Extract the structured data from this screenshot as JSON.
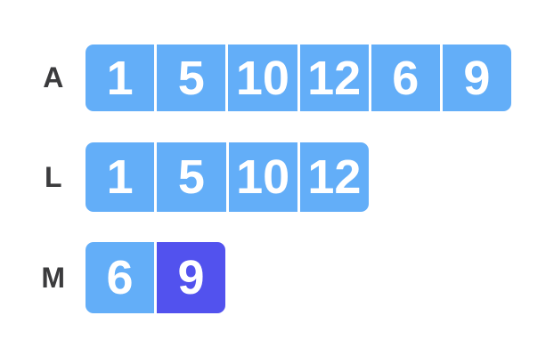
{
  "colors": {
    "cell_blue": "#63aef8",
    "cell_purple": "#5252ee",
    "label_dark": "#3b3b3d",
    "cell_text": "#ffffff",
    "page_bg": "#ffffff"
  },
  "arrays": [
    {
      "label": "A",
      "values": [
        "1",
        "5",
        "10",
        "12",
        "6",
        "9"
      ],
      "highlighted_index": null
    },
    {
      "label": "L",
      "values": [
        "1",
        "5",
        "10",
        "12"
      ],
      "highlighted_index": null
    },
    {
      "label": "M",
      "values": [
        "6",
        "9"
      ],
      "highlighted_index": 1
    }
  ]
}
